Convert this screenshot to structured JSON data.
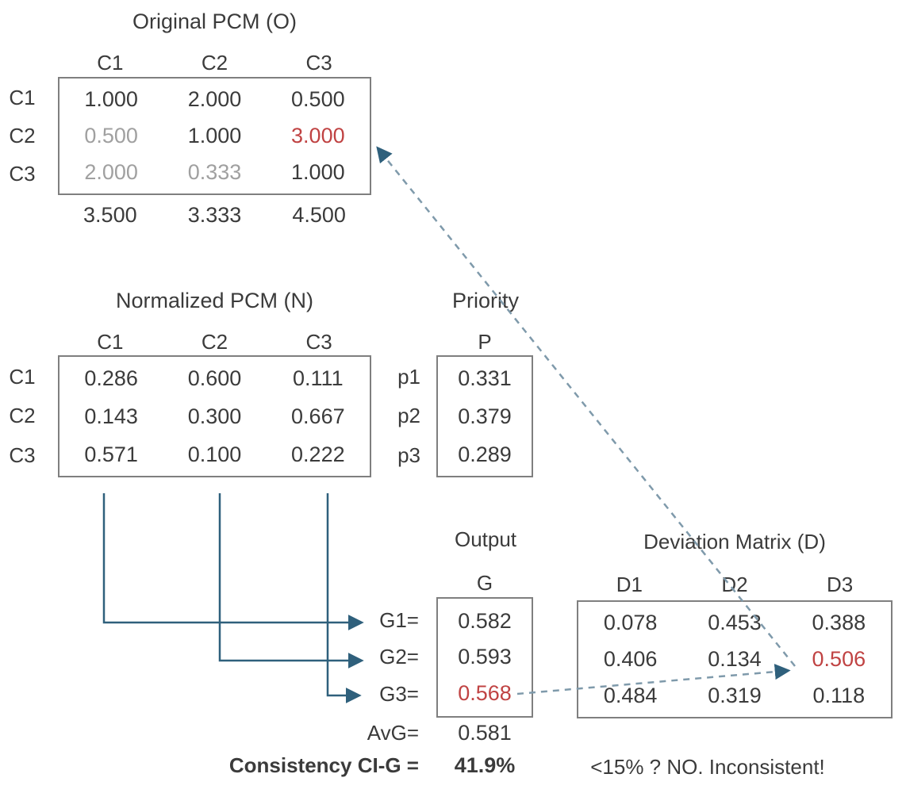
{
  "colors": {
    "text_dark": "#3b3b3b",
    "muted_gray": "#a0a0a0",
    "highlight_red": "#c04343",
    "arrow_teal": "#2f607c",
    "dashed_blue": "#7f9aab",
    "border_gray": "#7f7f7f"
  },
  "original_pcm": {
    "title": "Original PCM (O)",
    "col_headers": [
      "C1",
      "C2",
      "C3"
    ],
    "row_headers": [
      "C1",
      "C2",
      "C3"
    ],
    "rows": [
      [
        "1.000",
        "2.000",
        "0.500"
      ],
      [
        "0.500",
        "1.000",
        "3.000"
      ],
      [
        "2.000",
        "0.333",
        "1.000"
      ]
    ],
    "col_sums": [
      "3.500",
      "3.333",
      "4.500"
    ]
  },
  "normalized_pcm": {
    "title": "Normalized PCM (N)",
    "col_headers": [
      "C1",
      "C2",
      "C3"
    ],
    "row_headers": [
      "C1",
      "C2",
      "C3"
    ],
    "rows": [
      [
        "0.286",
        "0.600",
        "0.111"
      ],
      [
        "0.143",
        "0.300",
        "0.667"
      ],
      [
        "0.571",
        "0.100",
        "0.222"
      ]
    ]
  },
  "priority": {
    "title": "Priority",
    "col_header": "P",
    "row_labels": [
      "p1",
      "p2",
      "p3"
    ],
    "values": [
      "0.331",
      "0.379",
      "0.289"
    ]
  },
  "output": {
    "title": "Output",
    "col_header": "G",
    "row_labels": [
      "G1=",
      "G2=",
      "G3="
    ],
    "values": [
      "0.582",
      "0.593",
      "0.568"
    ],
    "avg_label": "AvG=",
    "avg_value": "0.581"
  },
  "deviation_matrix": {
    "title": "Deviation Matrix (D)",
    "col_headers": [
      "D1",
      "D2",
      "D3"
    ],
    "rows": [
      [
        "0.078",
        "0.453",
        "0.388"
      ],
      [
        "0.406",
        "0.134",
        "0.506"
      ],
      [
        "0.484",
        "0.319",
        "0.118"
      ]
    ]
  },
  "consistency": {
    "label": "Consistency CI-G =",
    "value": "41.9%",
    "verdict": "<15% ? NO. Inconsistent!"
  }
}
